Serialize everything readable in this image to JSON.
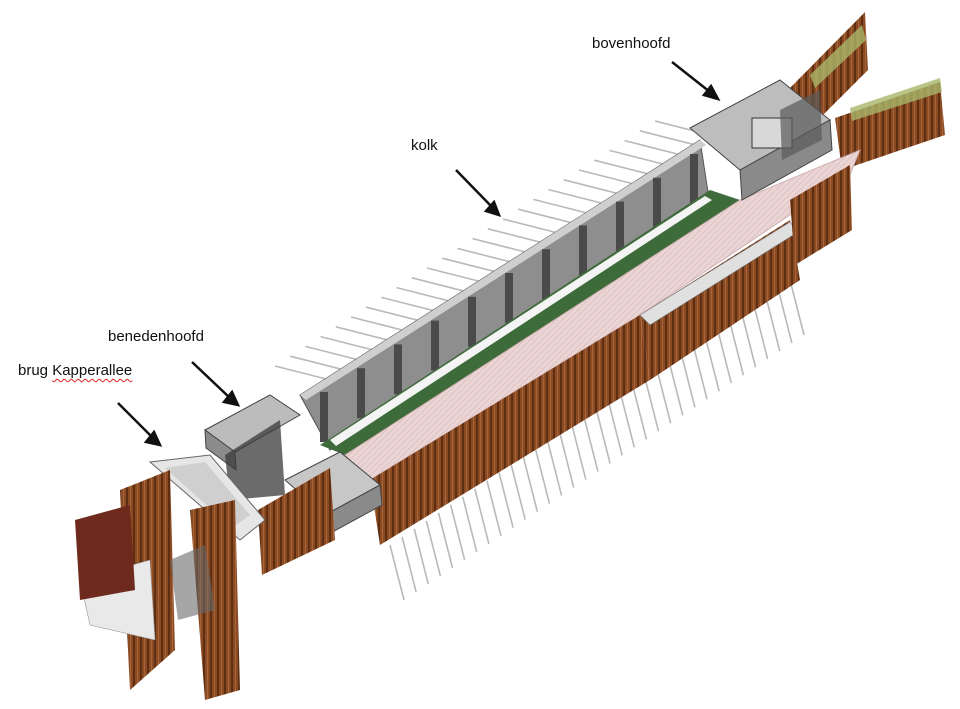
{
  "labels": {
    "bovenhoofd": "bovenhoofd",
    "kolk": "kolk",
    "benedenhoofd": "benedenhoofd",
    "brug_prefix": "brug ",
    "brug_name": "Kapperallee"
  },
  "colors": {
    "sheet_pile": "#8a4a22",
    "sheet_pile_dark": "#5e2e12",
    "concrete": "#a9a9a9",
    "concrete_dark": "#6f6f6f",
    "floor_green": "#3e6b3a",
    "floor_pink": "#e8cfcf",
    "anchor": "#b9b9b9",
    "arrow": "#111111"
  }
}
